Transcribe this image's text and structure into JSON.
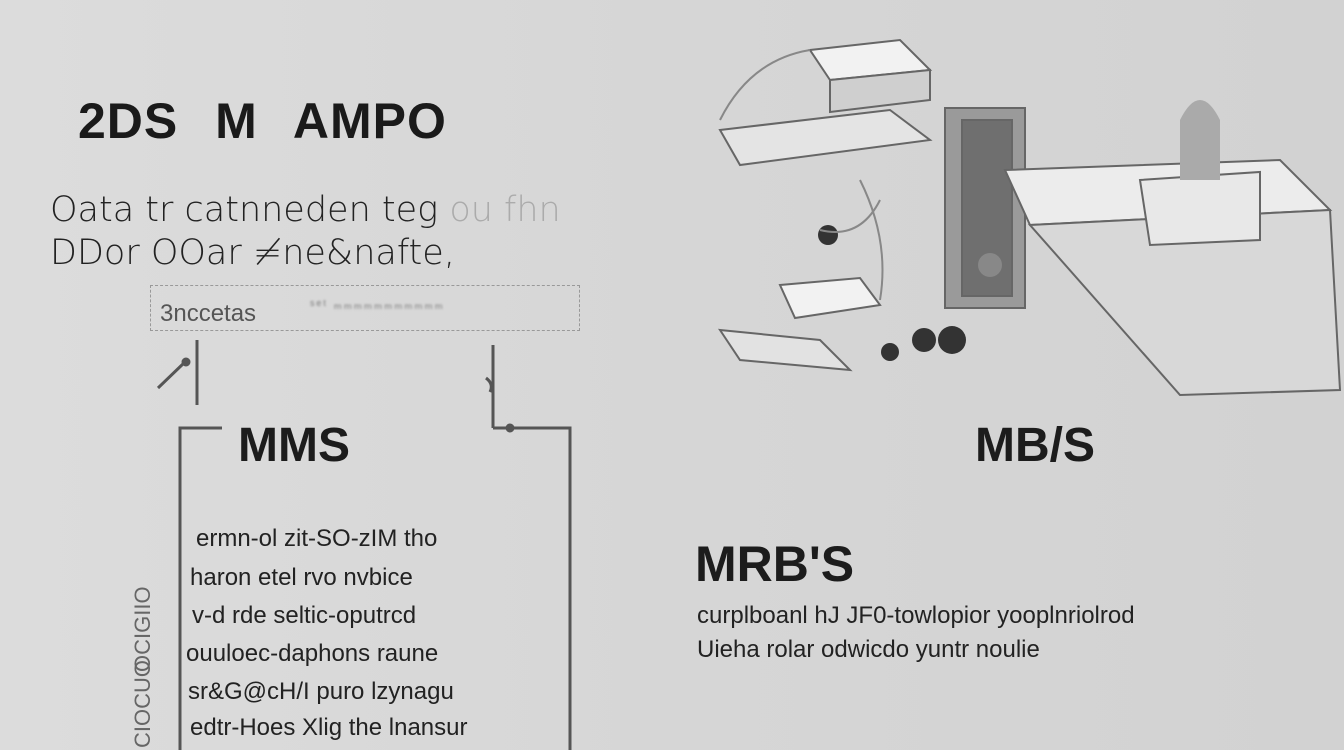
{
  "title": "2DS M AMPO",
  "subtitle": {
    "line1": "Oata tr catnneden teg",
    "line1_faded": "ou fhn",
    "line2": "DDor OOar ≠ne&nafte,"
  },
  "dashed_box": {
    "label": "3nccetas",
    "blurred": "ˢᵉᵗ ₘₘₘₘₘₘₘₘₘₘₘ"
  },
  "left_panel": {
    "heading": "MMS",
    "lines": [
      "ermn-ol zit-SO-zIM tho",
      "haron etel rvo nvbice",
      "v-d rde seltic-oputrcd",
      "ouuloec-daphons raune",
      "sr&G@cH/I puro lzynagu",
      "edtr-Hoes Xlig the lnansur"
    ],
    "vertical_labels": [
      "OCIGIIO",
      "CIOCUO"
    ]
  },
  "right_panel": {
    "heading": "MB/S",
    "subheading": "MRB'S",
    "lines": [
      "curplboanl hJ JF0-towlopior yooplnriolrod",
      "Uieha rolar odwicdo yuntr noulie"
    ]
  },
  "colors": {
    "background": "#d6d6d6",
    "text": "#1a1a1a",
    "line": "#555555"
  }
}
